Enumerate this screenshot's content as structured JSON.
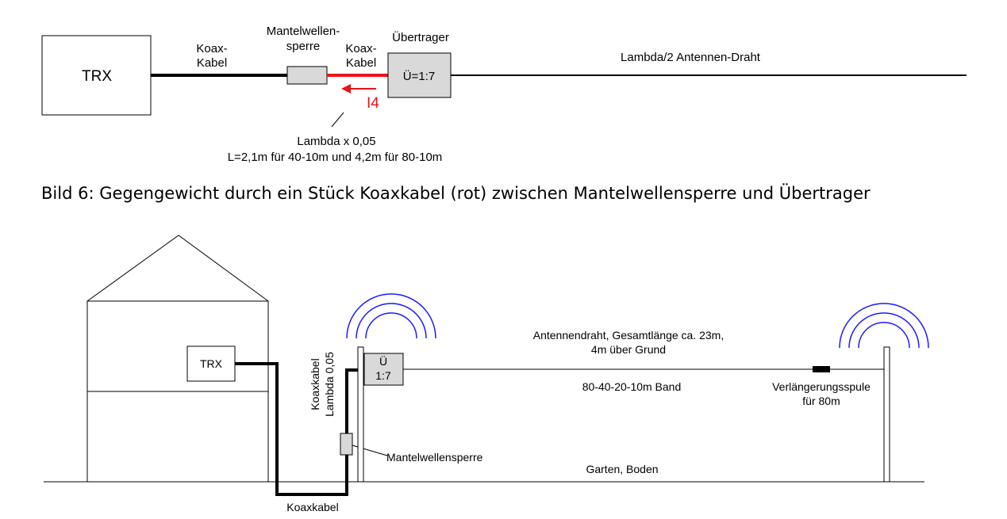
{
  "figure1": {
    "trx_label": "TRX",
    "coax_label_line1": "Koax-",
    "coax_label_line2": "Kabel",
    "choke_label_line1": "Mantelwellen-",
    "choke_label_line2": "sperre",
    "red_coax_label_line1": "Koax-",
    "red_coax_label_line2": "Kabel",
    "transformer_title": "Übertrager",
    "transformer_ratio": "Ü=1:7",
    "antenna_label": "Lambda/2 Antennen-Draht",
    "current_label": "I4",
    "length_line1": "Lambda x 0,05",
    "length_line2": "L=2,1m für 40-10m und 4,2m für 80-10m",
    "counterpoise_color": "#e8141b"
  },
  "caption": "Bild 6: Gegengewicht durch ein Stück Koaxkabel (rot) zwischen Mantelwellensperre und Übertrager",
  "figure2": {
    "trx_label": "TRX",
    "vertical_coax_line1": "Koaxkabel",
    "vertical_coax_line2": "Lambda 0,05",
    "transformer_line1": "Ü",
    "transformer_line2": "1:7",
    "wire_label_line1": "Antennendraht, Gesamtlänge ca. 23m,",
    "wire_label_line2": "4m über Grund",
    "band_label": "80-40-20-10m Band",
    "coil_label_line1": "Verlängerungsspule",
    "coil_label_line2": "für 80m",
    "choke_label": "Mantelwellensperre",
    "ground_label": "Garten, Boden",
    "coax_label": "Koaxkabel",
    "wave_color": "#1a1aff"
  }
}
